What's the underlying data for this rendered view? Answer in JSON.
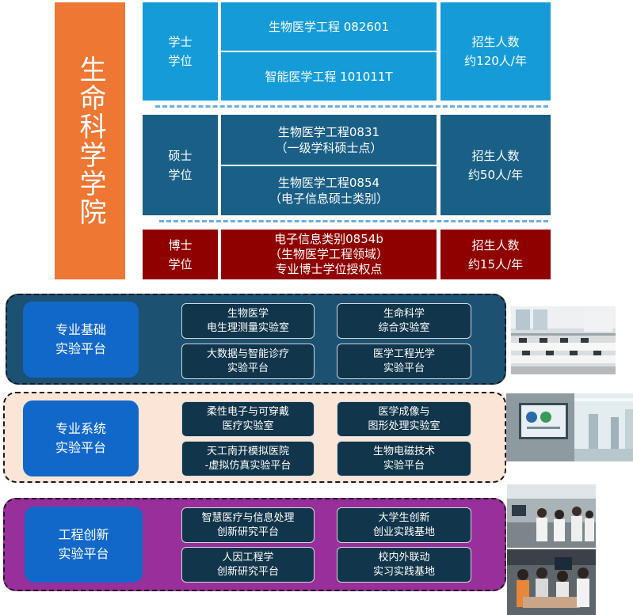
{
  "college": "生命科学学院",
  "degrees": {
    "bachelor": {
      "label": "学士\n学位",
      "programs": [
        "生物医学工程 082601",
        "智能医学工程 101011T"
      ],
      "quota": "招生人数\n约120人/年"
    },
    "master": {
      "label": "硕士\n学位",
      "programs": [
        "生物医学工程0831\n（一级学科硕士点）",
        "生物医学工程0854\n（电子信息硕士类别）"
      ],
      "quota": "招生人数\n约50人/年"
    },
    "doctor": {
      "label": "博士\n学位",
      "program": "电子信息类别0854b\n（生物医学工程领域）\n专业博士学位授权点",
      "quota": "招生人数\n约15人/年"
    }
  },
  "platforms": [
    {
      "title": "专业基础\n实验平台",
      "labs": [
        "生物医学\n电生理测量实验室",
        "生命科学\n综合实验室",
        "大数据与智能诊疗\n实验平台",
        "医学工程光学\n实验平台"
      ]
    },
    {
      "title": "专业系统\n实验平台",
      "labs": [
        "柔性电子与可穿戴\n医疗实验室",
        "医学成像与\n图形处理实验室",
        "天工南开模拟医院\n-虚拟仿真实验平台",
        "生物电磁技术\n实验平台"
      ]
    },
    {
      "title": "工程创新\n实验平台",
      "labs": [
        "智慧医疗与信息处理\n创新研究平台",
        "大学生创新\n创业实践基地",
        "人因工程学\n创新研究平台",
        "校内外联动\n实习实践基地"
      ]
    }
  ],
  "colors": {
    "college": "#ed7733",
    "bachelor": "#159cd8",
    "master": "#1a5f86",
    "doctor": "#8f0000",
    "platform_title": "#1268c9",
    "panel_bg_1": "#1d5172",
    "panel_bg_2": "#fbe5d7",
    "panel_bg_3": "#992f9b",
    "lab_box": "#11354a"
  }
}
